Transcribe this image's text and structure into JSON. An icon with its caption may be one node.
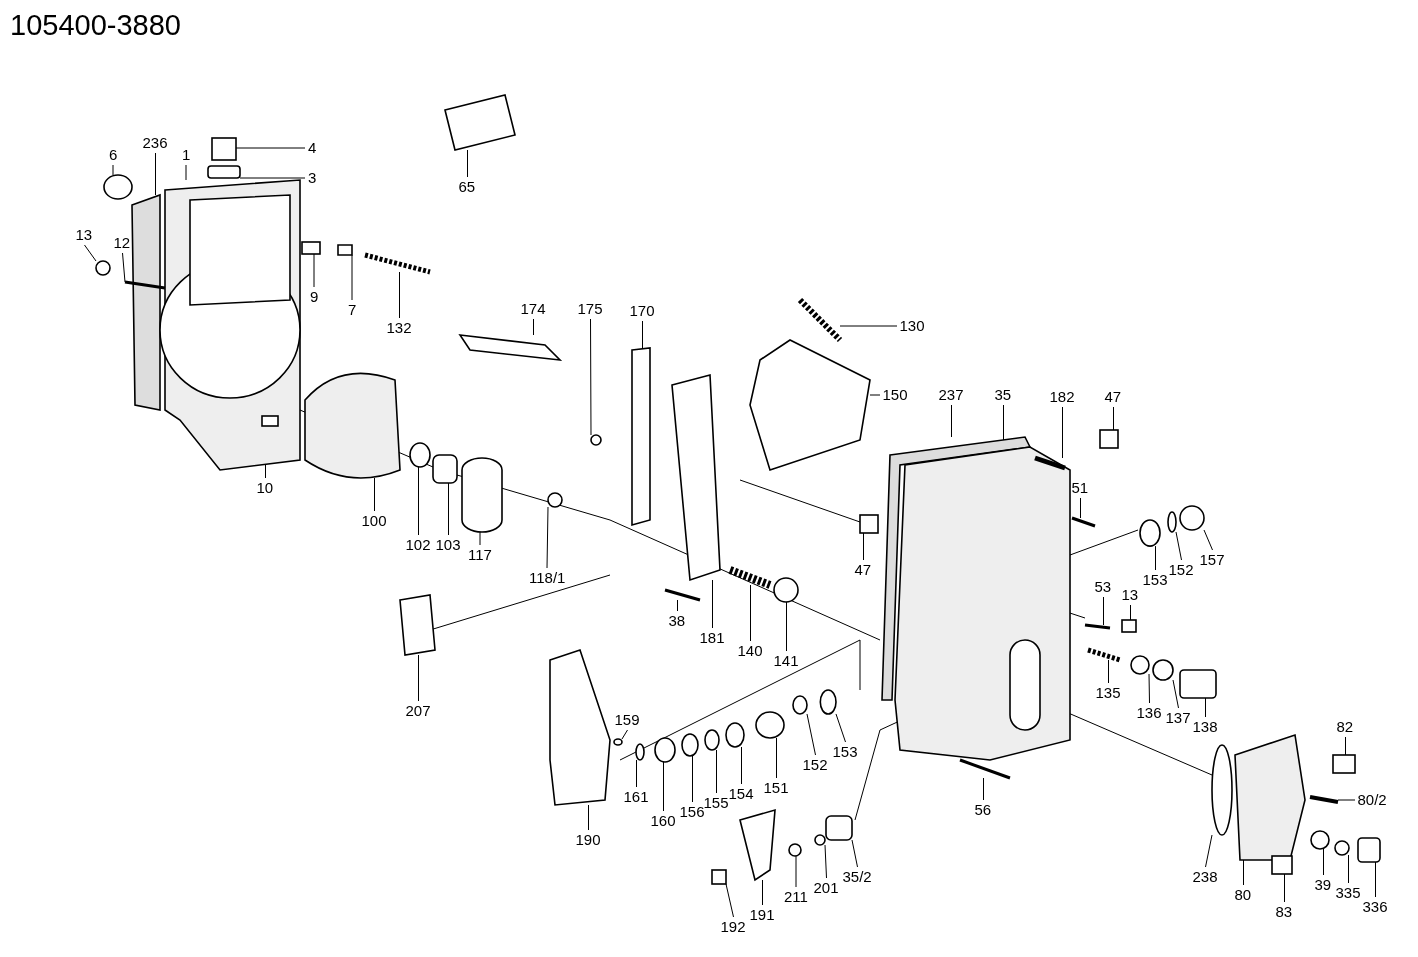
{
  "diagram": {
    "title": "105400-3880",
    "nodes": [
      {
        "text": [
          "6"
        ]
      },
      {
        "text": [
          "236"
        ]
      },
      {
        "text": [
          "1"
        ]
      },
      {
        "text": [
          "4"
        ]
      },
      {
        "text": [
          "3"
        ]
      },
      {
        "text": [
          "13"
        ]
      },
      {
        "text": [
          "12"
        ]
      },
      {
        "text": [
          "9"
        ]
      },
      {
        "text": [
          "7"
        ]
      },
      {
        "text": [
          "132"
        ]
      },
      {
        "text": [
          "65"
        ]
      },
      {
        "text": [
          "10"
        ]
      },
      {
        "text": [
          "100"
        ]
      },
      {
        "text": [
          "102"
        ]
      },
      {
        "text": [
          "103"
        ]
      },
      {
        "text": [
          "117"
        ]
      },
      {
        "text": [
          "118/1"
        ]
      },
      {
        "text": [
          "174"
        ]
      },
      {
        "text": [
          "175"
        ]
      },
      {
        "text": [
          "170"
        ]
      },
      {
        "text": [
          "130"
        ]
      },
      {
        "text": [
          "150"
        ]
      },
      {
        "text": [
          "237"
        ]
      },
      {
        "text": [
          "35"
        ]
      },
      {
        "text": [
          "182"
        ]
      },
      {
        "text": [
          "47"
        ]
      },
      {
        "text": [
          "51"
        ]
      },
      {
        "text": [
          "47"
        ]
      },
      {
        "text": [
          "153"
        ]
      },
      {
        "text": [
          "152"
        ]
      },
      {
        "text": [
          "157"
        ]
      },
      {
        "text": [
          "53"
        ]
      },
      {
        "text": [
          "13"
        ]
      },
      {
        "text": [
          "135"
        ]
      },
      {
        "text": [
          "136"
        ]
      },
      {
        "text": [
          "137"
        ]
      },
      {
        "text": [
          "138"
        ]
      },
      {
        "text": [
          "38"
        ]
      },
      {
        "text": [
          "181"
        ]
      },
      {
        "text": [
          "140"
        ]
      },
      {
        "text": [
          "141"
        ]
      },
      {
        "text": [
          "207"
        ]
      },
      {
        "text": [
          "159"
        ]
      },
      {
        "text": [
          "161"
        ]
      },
      {
        "text": [
          "160"
        ]
      },
      {
        "text": [
          "156"
        ]
      },
      {
        "text": [
          "155"
        ]
      },
      {
        "text": [
          "154"
        ]
      },
      {
        "text": [
          "151"
        ]
      },
      {
        "text": [
          "152"
        ]
      },
      {
        "text": [
          "153"
        ]
      },
      {
        "text": [
          "190"
        ]
      },
      {
        "text": [
          "192"
        ]
      },
      {
        "text": [
          "191"
        ]
      },
      {
        "text": [
          "211"
        ]
      },
      {
        "text": [
          "201"
        ]
      },
      {
        "text": [
          "35/2"
        ]
      },
      {
        "text": [
          "56"
        ]
      },
      {
        "text": [
          "82"
        ]
      },
      {
        "text": [
          "80/2"
        ]
      },
      {
        "text": [
          "238"
        ]
      },
      {
        "text": [
          "80"
        ]
      },
      {
        "text": [
          "83"
        ]
      },
      {
        "text": [
          "39"
        ]
      },
      {
        "text": [
          "335"
        ]
      },
      {
        "text": [
          "336"
        ]
      },
      {
        "text": [],
        "shape": "circle"
      },
      {
        "text": [],
        "shape": "box"
      },
      {
        "text": [],
        "shape": "box"
      },
      {
        "text": [],
        "shape": "box"
      },
      {
        "text": [],
        "shape": "box"
      },
      {
        "text": [],
        "shape": "circle"
      },
      {
        "text": [],
        "shape": "bar"
      },
      {
        "text": [],
        "shape": "box"
      },
      {
        "text": [],
        "shape": "box"
      },
      {
        "text": [],
        "shape": "bar"
      },
      {
        "text": [],
        "shape": "box"
      },
      {
        "text": [],
        "shape": "box",
        "in": 68
      },
      {
        "text": [],
        "shape": "box"
      },
      {
        "text": [],
        "shape": "circle"
      },
      {
        "text": [],
        "shape": "box"
      },
      {
        "text": [],
        "shape": "cylinder"
      },
      {
        "text": [],
        "shape": "circle"
      },
      {
        "text": [],
        "shape": "box"
      },
      {
        "text": [],
        "shape": "circle"
      },
      {
        "text": [],
        "shape": "box"
      },
      {
        "text": [],
        "shape": "bar"
      },
      {
        "text": [],
        "shape": "box"
      },
      {
        "text": [],
        "shape": "box"
      },
      {
        "text": [],
        "shape": "box"
      },
      {
        "text": [],
        "shape": "bar",
        "in": 89
      },
      {
        "text": [],
        "shape": "box"
      },
      {
        "text": [],
        "shape": "bar"
      },
      {
        "text": [],
        "shape": "box"
      },
      {
        "text": [],
        "shape": "circle"
      },
      {
        "text": [],
        "shape": "circle"
      },
      {
        "text": [],
        "shape": "circle"
      },
      {
        "text": [],
        "shape": "bar"
      },
      {
        "text": [],
        "shape": "box"
      },
      {
        "text": [],
        "shape": "bar"
      },
      {
        "text": [],
        "shape": "circle"
      },
      {
        "text": [],
        "shape": "circle"
      },
      {
        "text": [],
        "shape": "box"
      },
      {
        "text": [],
        "shape": "bar"
      },
      {
        "text": [],
        "shape": "box"
      },
      {
        "text": [],
        "shape": "bar"
      },
      {
        "text": [],
        "shape": "circle"
      },
      {
        "text": [],
        "shape": "box"
      },
      {
        "text": [],
        "shape": "circle"
      },
      {
        "text": [],
        "shape": "circle"
      },
      {
        "text": [],
        "shape": "circle"
      },
      {
        "text": [],
        "shape": "circle"
      },
      {
        "text": [],
        "shape": "circle"
      },
      {
        "text": [],
        "shape": "circle"
      },
      {
        "text": [],
        "shape": "circle"
      },
      {
        "text": [],
        "shape": "circle"
      },
      {
        "text": [],
        "shape": "circle"
      },
      {
        "text": [],
        "shape": "box"
      },
      {
        "text": [],
        "shape": "box"
      },
      {
        "text": [],
        "shape": "box"
      },
      {
        "text": [],
        "shape": "circle"
      },
      {
        "text": [],
        "shape": "circle"
      },
      {
        "text": [],
        "shape": "box"
      },
      {
        "text": [],
        "shape": "bar"
      },
      {
        "text": [],
        "shape": "box"
      },
      {
        "text": [],
        "shape": "bar"
      },
      {
        "text": [],
        "shape": "circle"
      },
      {
        "text": [],
        "shape": "box"
      },
      {
        "text": [],
        "shape": "box"
      },
      {
        "text": [],
        "shape": "circle"
      },
      {
        "text": [],
        "shape": "circle"
      },
      {
        "text": [],
        "shape": "box"
      }
    ],
    "edges": [
      {
        "from": 0,
        "to": 66,
        "arrow": "none"
      },
      {
        "from": 1,
        "to": 67,
        "arrow": "none"
      },
      {
        "from": 2,
        "to": 68,
        "arrow": "none"
      },
      {
        "from": 3,
        "to": 69,
        "arrow": "none"
      },
      {
        "from": 4,
        "to": 70,
        "arrow": "none"
      },
      {
        "from": 5,
        "to": 71,
        "arrow": "none"
      },
      {
        "from": 6,
        "to": 72,
        "arrow": "none"
      },
      {
        "from": 7,
        "to": 73,
        "arrow": "none"
      },
      {
        "from": 8,
        "to": 74,
        "arrow": "none"
      },
      {
        "from": 9,
        "to": 75,
        "arrow": "none"
      },
      {
        "from": 10,
        "to": 76,
        "arrow": "none"
      },
      {
        "from": 11,
        "to": 77,
        "arrow": "none"
      },
      {
        "from": 12,
        "to": 78,
        "arrow": "none"
      },
      {
        "from": 13,
        "to": 79,
        "arrow": "none"
      },
      {
        "from": 14,
        "to": 80,
        "arrow": "none"
      },
      {
        "from": 15,
        "to": 81,
        "arrow": "none"
      },
      {
        "from": 16,
        "to": 82,
        "arrow": "none"
      },
      {
        "from": 17,
        "to": 83,
        "arrow": "none"
      },
      {
        "from": 18,
        "to": 84,
        "arrow": "none"
      },
      {
        "from": 19,
        "to": 85,
        "arrow": "none"
      },
      {
        "from": 20,
        "to": 86,
        "arrow": "none"
      },
      {
        "from": 21,
        "to": 87,
        "arrow": "none"
      },
      {
        "from": 22,
        "to": 88,
        "arrow": "none"
      },
      {
        "from": 23,
        "to": 89,
        "arrow": "none"
      },
      {
        "from": 24,
        "to": 90,
        "arrow": "none"
      },
      {
        "from": 25,
        "to": 91,
        "arrow": "none"
      },
      {
        "from": 26,
        "to": 92,
        "arrow": "none"
      },
      {
        "from": 27,
        "to": 93,
        "arrow": "none"
      },
      {
        "from": 28,
        "to": 94,
        "arrow": "none"
      },
      {
        "from": 29,
        "to": 95,
        "arrow": "none"
      },
      {
        "from": 30,
        "to": 96,
        "arrow": "none"
      },
      {
        "from": 31,
        "to": 97,
        "arrow": "none"
      },
      {
        "from": 32,
        "to": 98,
        "arrow": "none"
      },
      {
        "from": 33,
        "to": 99,
        "arrow": "none"
      },
      {
        "from": 34,
        "to": 100,
        "arrow": "none"
      },
      {
        "from": 35,
        "to": 101,
        "arrow": "none"
      },
      {
        "from": 36,
        "to": 102,
        "arrow": "none"
      },
      {
        "from": 37,
        "to": 103,
        "arrow": "none"
      },
      {
        "from": 38,
        "to": 104,
        "arrow": "none"
      },
      {
        "from": 39,
        "to": 105,
        "arrow": "none"
      },
      {
        "from": 40,
        "to": 106,
        "arrow": "none"
      },
      {
        "from": 41,
        "to": 107,
        "arrow": "none"
      },
      {
        "from": 42,
        "to": 108,
        "arrow": "none"
      },
      {
        "from": 43,
        "to": 109,
        "arrow": "none"
      },
      {
        "from": 44,
        "to": 110,
        "arrow": "none"
      },
      {
        "from": 45,
        "to": 111,
        "arrow": "none"
      },
      {
        "from": 46,
        "to": 112,
        "arrow": "none"
      },
      {
        "from": 47,
        "to": 113,
        "arrow": "none"
      },
      {
        "from": 48,
        "to": 114,
        "arrow": "none"
      },
      {
        "from": 49,
        "to": 115,
        "arrow": "none"
      },
      {
        "from": 50,
        "to": 116,
        "arrow": "none"
      },
      {
        "from": 51,
        "to": 117,
        "arrow": "none"
      },
      {
        "from": 52,
        "to": 118,
        "arrow": "none"
      },
      {
        "from": 53,
        "to": 119,
        "arrow": "none"
      },
      {
        "from": 54,
        "to": 120,
        "arrow": "none"
      },
      {
        "from": 55,
        "to": 121,
        "arrow": "none"
      },
      {
        "from": 56,
        "to": 122,
        "arrow": "none"
      },
      {
        "from": 57,
        "to": 123,
        "arrow": "none"
      },
      {
        "from": 58,
        "to": 124,
        "arrow": "none"
      },
      {
        "from": 59,
        "to": 125,
        "arrow": "none"
      },
      {
        "from": 60,
        "to": 126,
        "arrow": "none"
      },
      {
        "from": 61,
        "to": 127,
        "arrow": "none"
      },
      {
        "from": 62,
        "to": 128,
        "arrow": "none"
      },
      {
        "from": 63,
        "to": 129,
        "arrow": "none"
      },
      {
        "from": 64,
        "to": 130,
        "arrow": "none"
      },
      {
        "from": 65,
        "to": 131,
        "arrow": "none"
      }
    ]
  }
}
